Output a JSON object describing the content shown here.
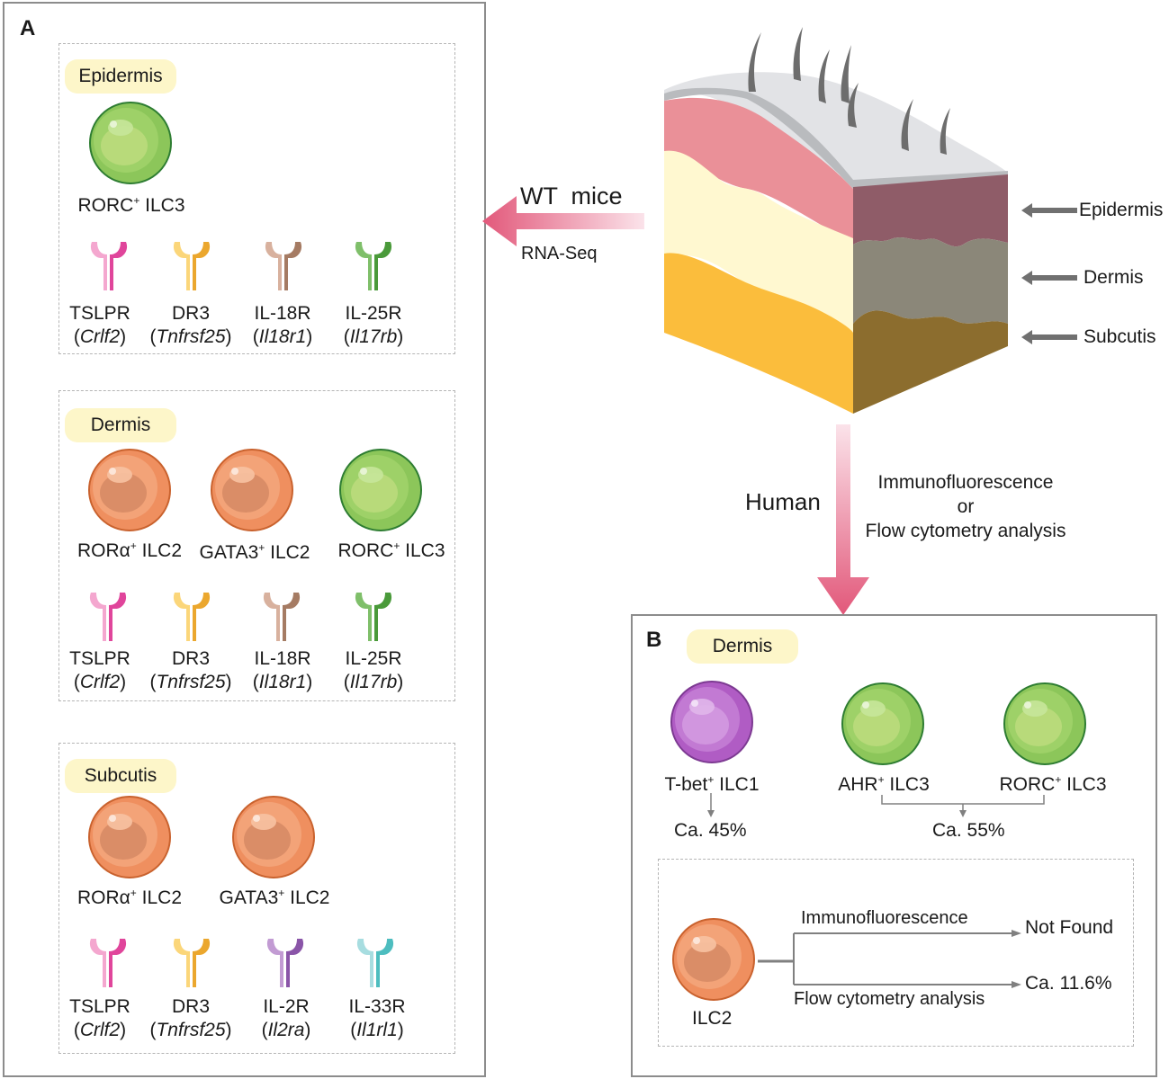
{
  "panel_a": {
    "letter": "A",
    "sections": [
      {
        "title": "Epidermis",
        "cells": [
          {
            "prefix": "RORC",
            "sup": "+",
            "suffix": " ILC3",
            "color": "green"
          }
        ],
        "receptors": [
          {
            "name": "TSLPR",
            "gene": "Crlf2",
            "color": "pink"
          },
          {
            "name": "DR3",
            "gene": "Tnfrsf25",
            "color": "yellow"
          },
          {
            "name": "IL-18R",
            "gene": "Il18r1",
            "color": "brown"
          },
          {
            "name": "IL-25R",
            "gene": "Il17rb",
            "color": "green"
          }
        ]
      },
      {
        "title": "Dermis",
        "cells": [
          {
            "prefix": "RORα",
            "sup": "+",
            "suffix": " ILC2",
            "color": "orange"
          },
          {
            "prefix": "GATA3",
            "sup": "+",
            "suffix": " ILC2",
            "color": "orange"
          },
          {
            "prefix": "RORC",
            "sup": "+",
            "suffix": " ILC3",
            "color": "green"
          }
        ],
        "receptors": [
          {
            "name": "TSLPR",
            "gene": "Crlf2",
            "color": "pink"
          },
          {
            "name": "DR3",
            "gene": "Tnfrsf25",
            "color": "yellow"
          },
          {
            "name": "IL-18R",
            "gene": "Il18r1",
            "color": "brown"
          },
          {
            "name": "IL-25R",
            "gene": "Il17rb",
            "color": "green"
          }
        ]
      },
      {
        "title": "Subcutis",
        "cells": [
          {
            "prefix": "RORα",
            "sup": "+",
            "suffix": " ILC2",
            "color": "orange"
          },
          {
            "prefix": "GATA3",
            "sup": "+",
            "suffix": " ILC2",
            "color": "orange"
          }
        ],
        "receptors": [
          {
            "name": "TSLPR",
            "gene": "Crlf2",
            "color": "pink"
          },
          {
            "name": "DR3",
            "gene": "Tnfrsf25",
            "color": "yellow"
          },
          {
            "name": "IL-2R",
            "gene": "Il2ra",
            "color": "purple"
          },
          {
            "name": "IL-33R",
            "gene": "Il1rl1",
            "color": "teal"
          }
        ]
      }
    ]
  },
  "arrow_mice": {
    "top": "WT  mice",
    "bottom": "RNA-Seq"
  },
  "skin_layers": [
    "Epidermis",
    "Dermis",
    "Subcutis"
  ],
  "arrow_human": {
    "left": "Human",
    "right_1": "Immunofluorescence",
    "right_2": "or",
    "right_3": "Flow cytometry analysis"
  },
  "panel_b": {
    "letter": "B",
    "title": "Dermis",
    "cells": [
      {
        "prefix": "T-bet",
        "sup": "+",
        "suffix": " ILC1",
        "color": "purple"
      },
      {
        "prefix": "AHR",
        "sup": "+",
        "suffix": " ILC3",
        "color": "green"
      },
      {
        "prefix": "RORC",
        "sup": "+",
        "suffix": " ILC3",
        "color": "green"
      }
    ],
    "pct_ilc1": "Ca. 45%",
    "pct_ilc3": "Ca. 55%",
    "ilc2": {
      "label": "ILC2",
      "method_1": "Immunofluorescence",
      "result_1": "Not Found",
      "method_2": "Flow cytometry analysis",
      "result_2": "Ca. 11.6%"
    }
  },
  "colors": {
    "cell_green": "#8cc65a",
    "cell_orange": "#ef8f5f",
    "cell_purple": "#b05cc4",
    "pill": "#fdf6c9",
    "arrow_pink": "#e2587a",
    "panel_border": "#8c8c8c"
  }
}
